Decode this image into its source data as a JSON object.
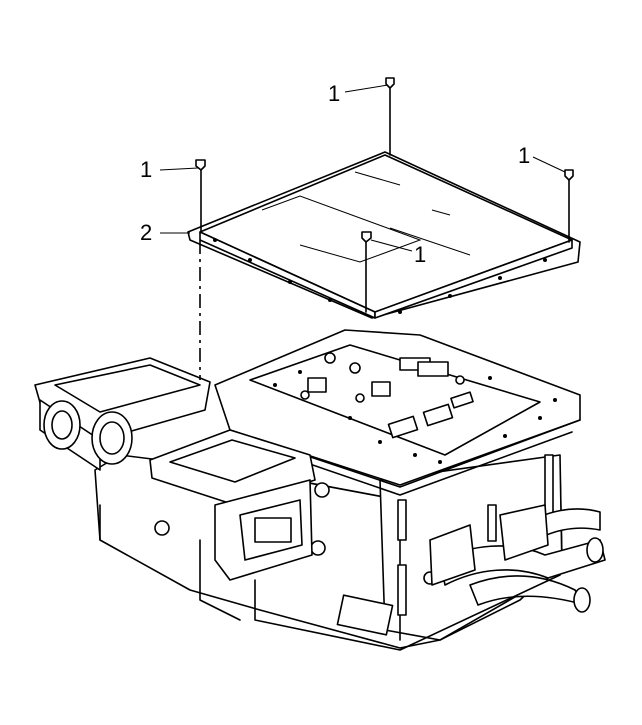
{
  "callouts": {
    "bolt_top": "1",
    "bolt_left": "1",
    "bolt_right": "1",
    "bolt_center": "1",
    "gasket": "2"
  }
}
